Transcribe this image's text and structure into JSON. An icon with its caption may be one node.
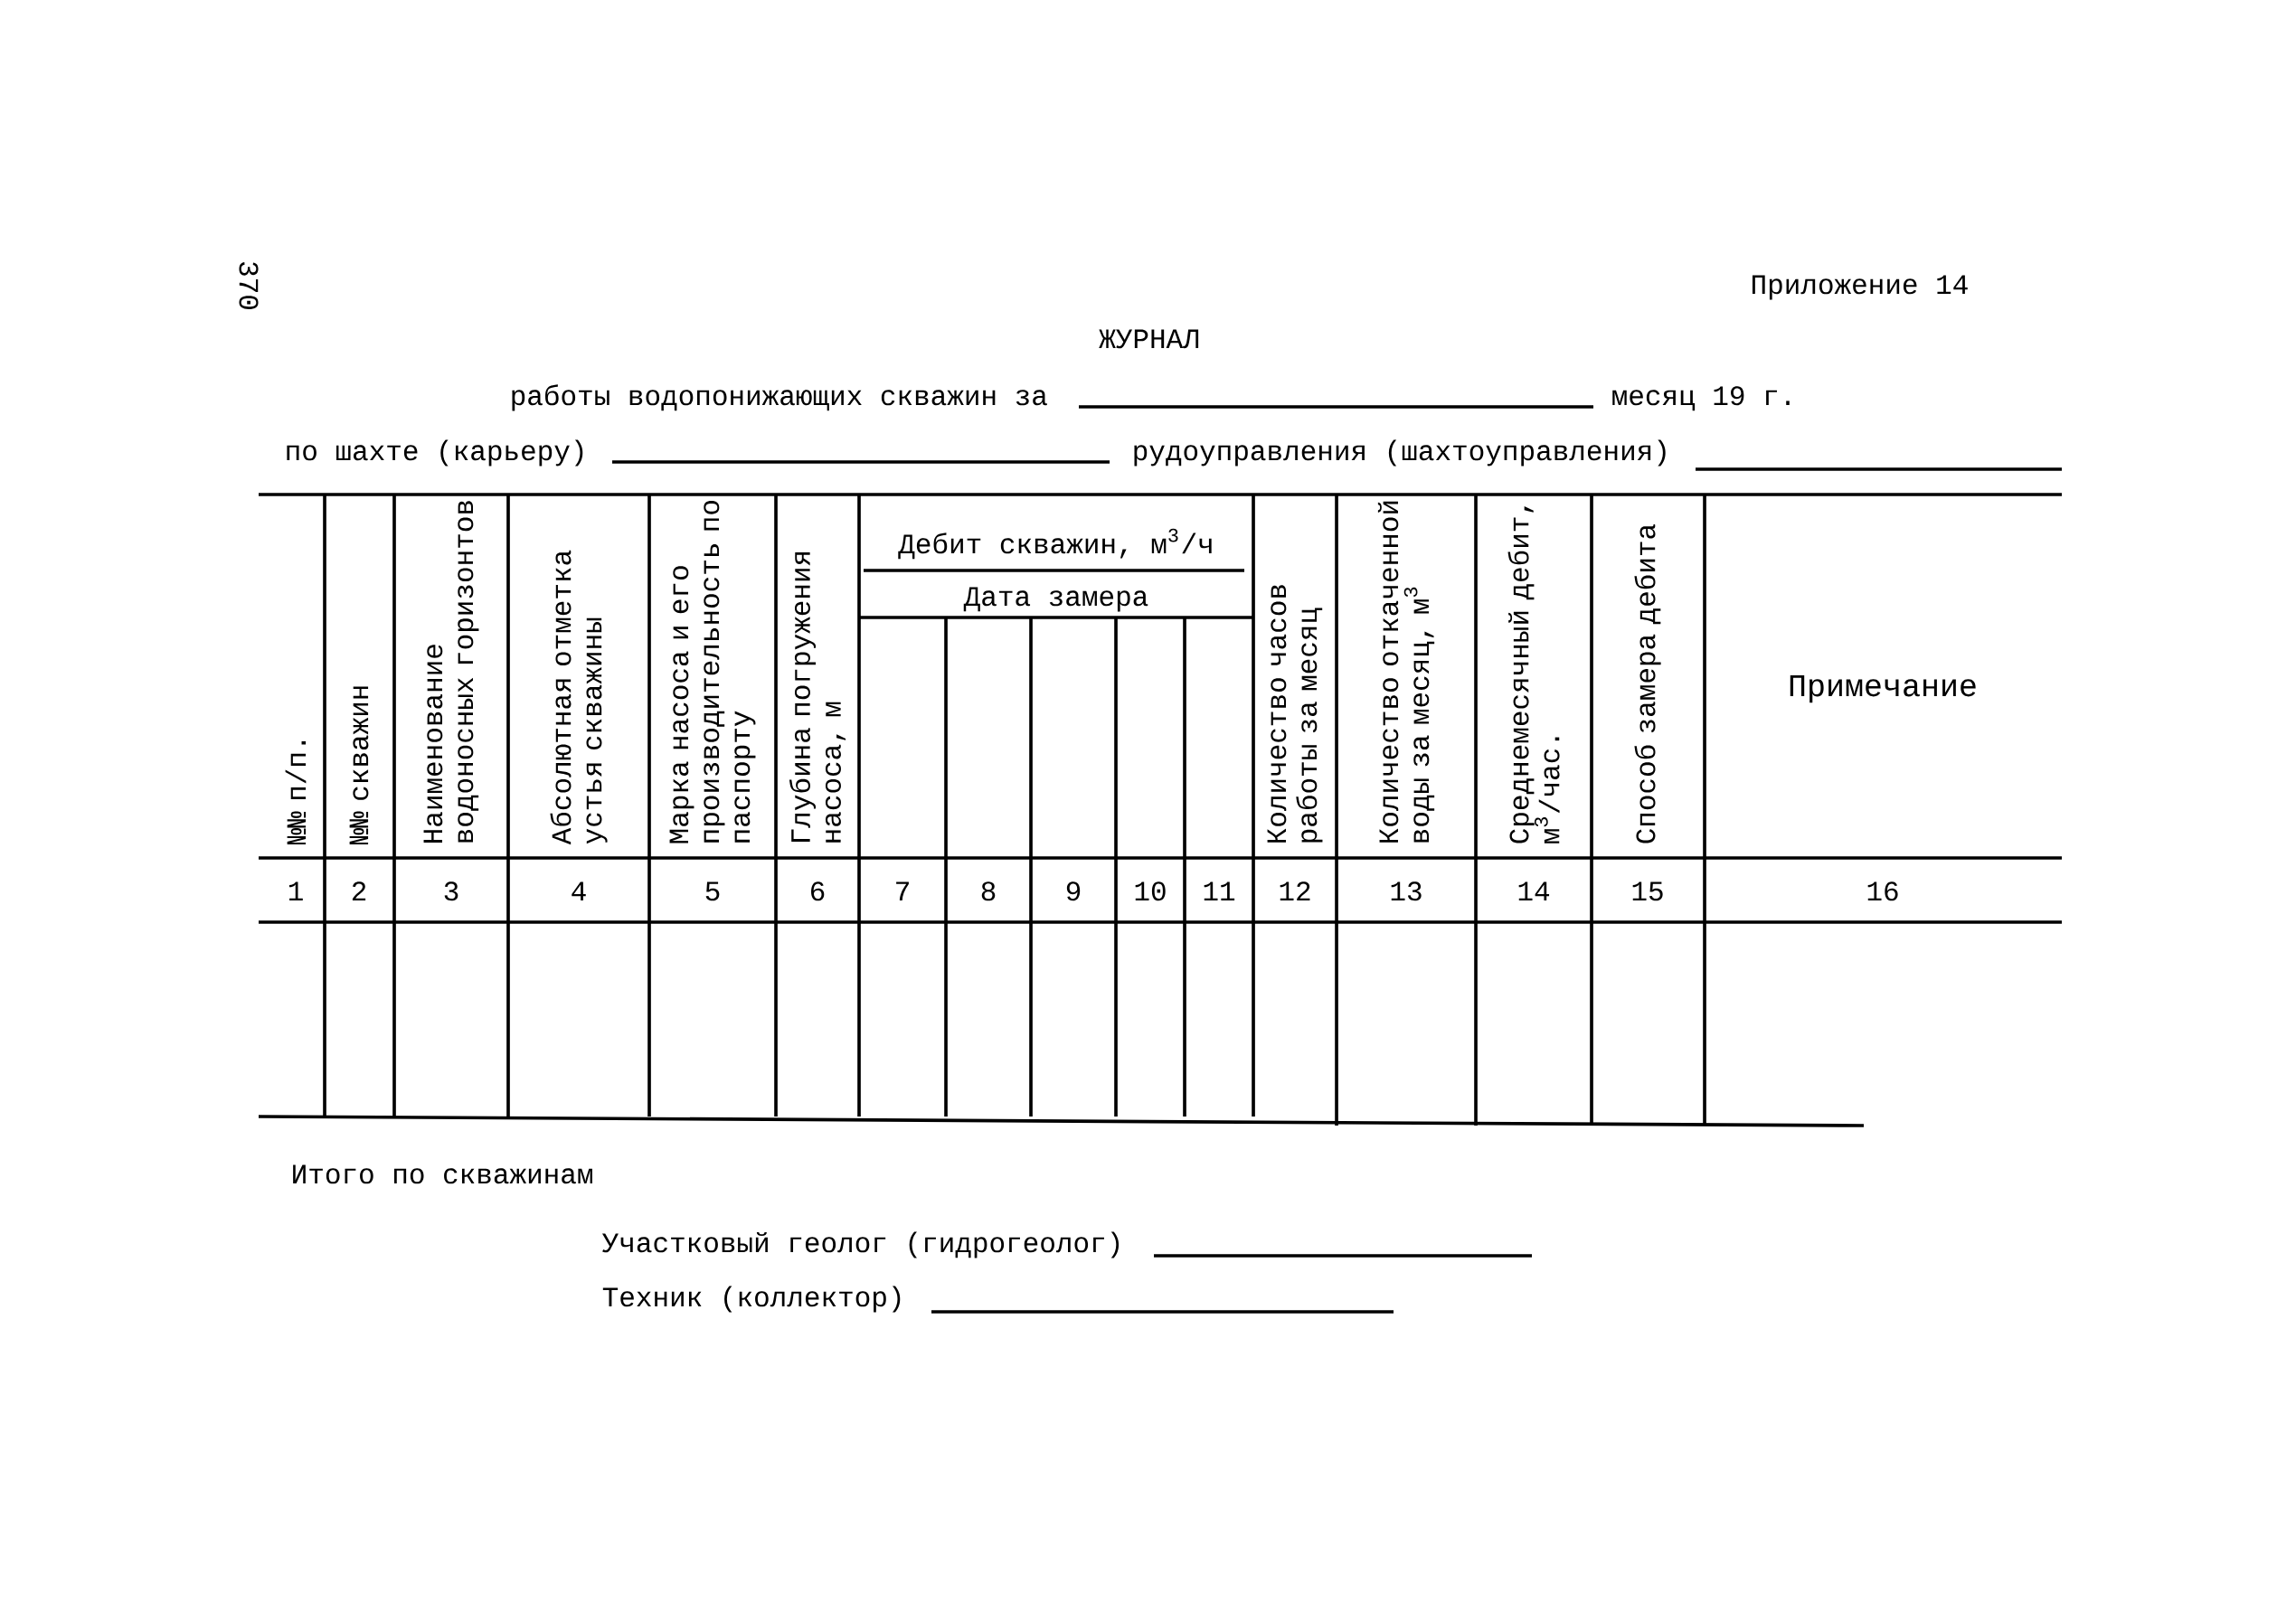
{
  "diagram": {
    "title": "ЖУРНАЛ",
    "labels": [
      "370",
      "Приложение 14",
      "работы водопонижающих скважин за",
      "месяц 19 г.",
      "по шахте (карьеру)",
      "рудоуправления (шахтоуправления)",
      "№№ п/п.",
      "№№ скважин",
      "Наименование водоносных горизонтов",
      "Абсолютная отметка устья скважины",
      "Марка насоса и его производительность по паспорту",
      "Глубина погружения насоса, м",
      "Дебит скважин, м$^{3}$/ч",
      "Дата замера",
      "Количество часов работы за месяц",
      "Количество откаченной воды за месяц, м$^{3}$",
      "Среднемесячный дебит, м$^{3}$/час.",
      "Способ замера дебита",
      "Примечание",
      "1",
      "2",
      "3",
      "4",
      "5",
      "6",
      "7",
      "8",
      "9",
      "10",
      "11",
      "12",
      "13",
      "14",
      "15",
      "16",
      "Итого по скважинам",
      "Участковый геолог (гидрогеолог)",
      "Техник (коллектор)"
    ]
  }
}
